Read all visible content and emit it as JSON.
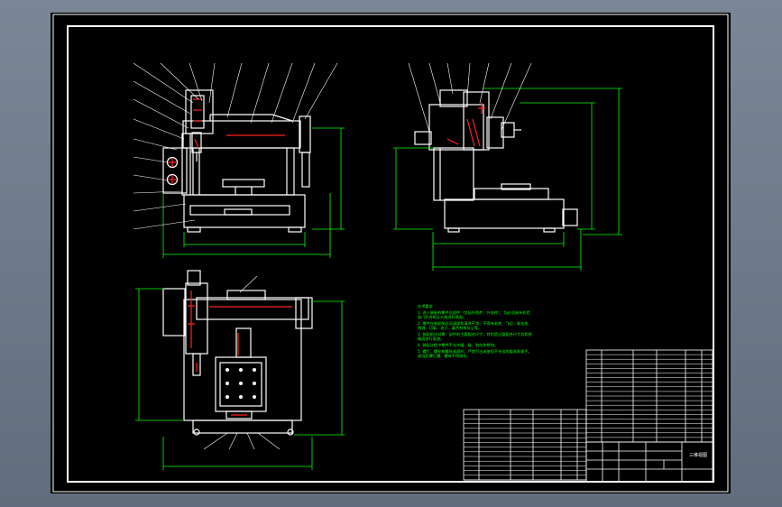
{
  "drawing": {
    "title_block_name": "三维视图",
    "tech_requirements": {
      "heading": "技术要求",
      "lines": [
        "1. 进入装配的零件及部件（包括外购件、外协件），均必须具有检验",
        "部门的合格证方能进行装配。",
        "2. 零件在装配前必须清理和清洗干净，不得有毛刺、飞边、氧化皮、",
        "锈蚀、切屑、油污、着色剂和灰尘等。",
        "3. 装配前应对零、部件的主要配合尺寸，特别是过盈配合尺寸及相关",
        "精度进行复查。",
        "4. 装配过程中零件不允许磕、碰、划伤和锈蚀。",
        "5. 螺钉、螺栓和螺母紧固时，严禁打击或使用不合适的旋具和扳手。",
        "紧固后螺钉槽、螺母不得损伤。"
      ]
    }
  },
  "colors": {
    "paper_bg": "#000000",
    "frame": "#ffffff",
    "dimension": "#00ff00",
    "section_hatch": "#ff2020",
    "window_bg": "#6e7a89"
  }
}
